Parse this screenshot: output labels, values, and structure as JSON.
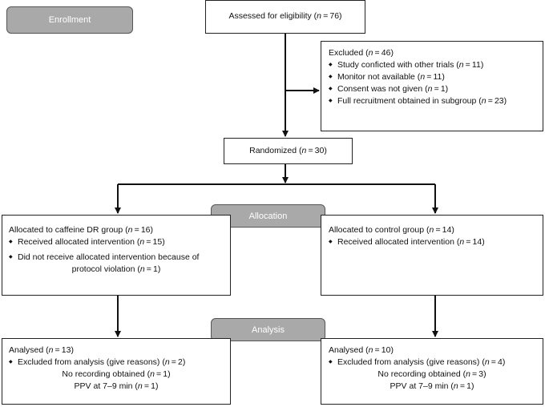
{
  "stages": {
    "enrollment": "Enrollment",
    "allocation": "Allocation",
    "analysis": "Analysis"
  },
  "assessed": {
    "pre": "Assessed for eligibility (",
    "n": "n",
    "post": " = 76)"
  },
  "excluded": {
    "title": {
      "pre": "Excluded (",
      "n": "n",
      "post": " = 46)"
    },
    "items": [
      {
        "pre": "Study conficted with other trials (",
        "n": "n",
        "post": " = 11)"
      },
      {
        "pre": "Monitor not available (",
        "n": "n",
        "post": " = 11)"
      },
      {
        "pre": "Consent was not given (",
        "n": "n",
        "post": " = 1)"
      },
      {
        "pre": "Full recruitment obtained in subgroup (",
        "n": "n",
        "post": " = 23)"
      }
    ]
  },
  "randomized": {
    "pre": "Randomized (",
    "n": "n",
    "post": " = 30)"
  },
  "caffeine": {
    "title": {
      "pre": "Allocated to caffeine DR group (",
      "n": "n",
      "post": " = 16)"
    },
    "items": [
      {
        "pre": "Received allocated intervention (",
        "n": "n",
        "post": " = 15)"
      },
      {
        "pre": "Did not receive allocated intervention because of",
        "line2_pre": "protocol violation (",
        "n": "n",
        "post": " = 1)"
      }
    ]
  },
  "control": {
    "title": {
      "pre": "Allocated to control group (",
      "n": "n",
      "post": " = 14)"
    },
    "items": [
      {
        "pre": "Received allocated intervention (",
        "n": "n",
        "post": " = 14)"
      }
    ]
  },
  "analysed_left": {
    "title": {
      "pre": "Analysed (",
      "n": "n",
      "post": " = 13)"
    },
    "excluded": {
      "pre": "Excluded from analysis (give reasons) (",
      "n": "n",
      "post": " = 2)"
    },
    "reasons": [
      {
        "pre": "No recording obtained (",
        "n": "n",
        "post": " = 1)"
      },
      {
        "pre": "PPV at 7–9 min (",
        "n": "n",
        "post": " = 1)"
      }
    ]
  },
  "analysed_right": {
    "title": {
      "pre": "Analysed (",
      "n": "n",
      "post": " = 10)"
    },
    "excluded": {
      "pre": "Excluded from analysis (give reasons) (",
      "n": "n",
      "post": " = 4)"
    },
    "reasons": [
      {
        "pre": "No recording obtained (",
        "n": "n",
        "post": " = 3)"
      },
      {
        "pre": "PPV at 7–9 min (",
        "n": "n",
        "post": " = 1)"
      }
    ]
  }
}
